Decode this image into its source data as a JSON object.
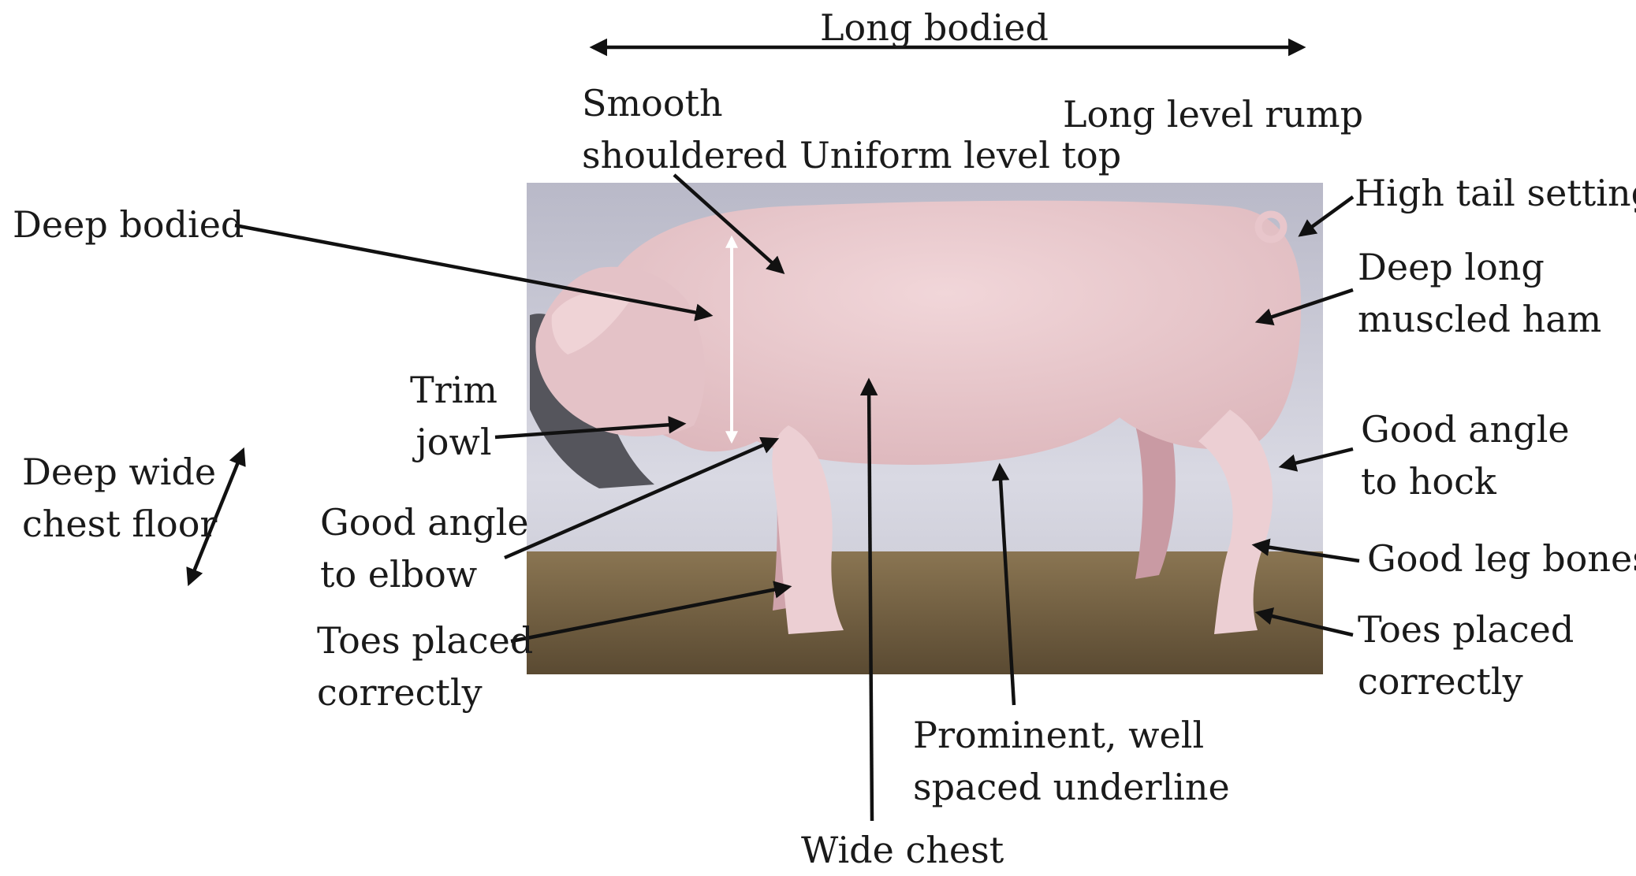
{
  "labels": {
    "long_bodied": "Long bodied",
    "smooth_shouldered": [
      "Smooth",
      "shouldered"
    ],
    "uniform_level_top": "Uniform level top",
    "long_level_rump": "Long level rump",
    "high_tail_setting": "High tail setting",
    "deep_bodied": "Deep bodied",
    "deep_long_ham": [
      "Deep long",
      "muscled ham"
    ],
    "trim_jowl": [
      "Trim",
      "jowl"
    ],
    "deep_wide_chest_floor": [
      "Deep wide",
      "chest floor"
    ],
    "good_angle_elbow": [
      "Good angle",
      "to elbow"
    ],
    "good_angle_hock": [
      "Good angle",
      "to hock"
    ],
    "good_leg_bones": "Good leg bones",
    "toes_left": [
      "Toes placed",
      "correctly"
    ],
    "toes_right": [
      "Toes placed",
      "correctly"
    ],
    "prominent_underline": [
      "Prominent, well",
      "spaced underline"
    ],
    "wide_chest": "Wide chest"
  },
  "colors": {
    "arrow": "#111111",
    "depth_arrow": "#ffffff",
    "backdrop": "#c9c9d6",
    "floor": "#6e5c3e",
    "pig_body": "#e9c9cd",
    "pig_shadow": "#d6adb3"
  }
}
